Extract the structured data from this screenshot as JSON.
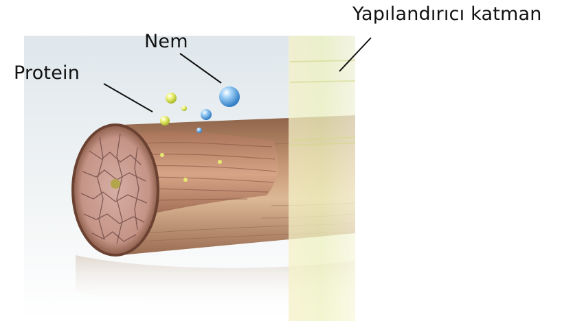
{
  "labels": {
    "layer": "Yapılandırıcı katman",
    "moisture": "Nem",
    "protein": "Protein"
  },
  "colors": {
    "background": "#ffffff",
    "hair_outer": "#b98a68",
    "hair_highlight": "#e7c8aa",
    "cross_section": "#c9988b",
    "crack_lines": "#6e4a44",
    "coating_layer": "#f1f0b8",
    "moisture_droplet": "#5aa6e6",
    "protein_particle": "#d9e65a",
    "leader_line": "#111111"
  }
}
